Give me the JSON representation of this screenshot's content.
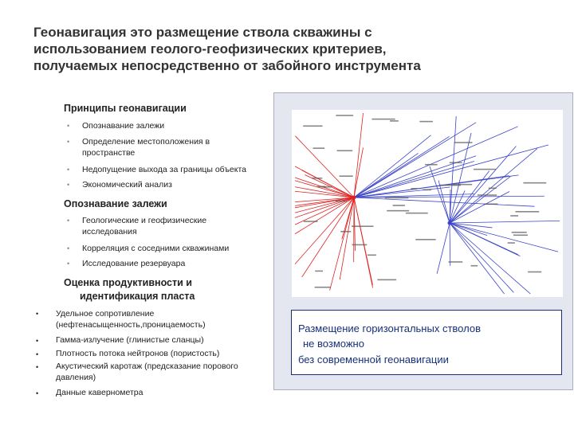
{
  "title": {
    "line1": "Геонавигация это размещение ствола скважины с",
    "line2": "использованием геолого-геофизических критериев,",
    "line3": "получаемых непосредственно от забойного инструмента"
  },
  "principles": {
    "heading": "Принципы геонавигации",
    "items": [
      "Опознавание залежи",
      "Определение местоположения в",
      "пространстве",
      "Недопущение выхода за границы объекта",
      "Экономический анализ"
    ]
  },
  "recognition": {
    "heading": "Опознавание залежи",
    "items": [
      "Геологические и геофизические",
      "исследования",
      "Корреляция с соседними скважинами",
      "Исследование резервуара"
    ]
  },
  "evaluation": {
    "heading_line1": "Оценка продуктивности и",
    "heading_line2": "идентификация пласта",
    "lines": [
      "Удельное сопротивление",
      "(нефтенасыщенность,проницаемость)",
      "Гамма-излучение (глинистые сланцы)",
      "Плотность потока нейтронов (пористость)",
      "Акустический каротаж (предсказание порового",
      "давления)",
      "Данные кавернометра"
    ]
  },
  "note": {
    "line1": "Размещение горизонтальных стволов",
    "line2": "не возможно",
    "line3": "без современной геонавигации"
  },
  "colors": {
    "panel": "#e4e7f0",
    "note_text": "#16307a",
    "well_red": "#e02020",
    "well_blue": "#3a44c8"
  }
}
